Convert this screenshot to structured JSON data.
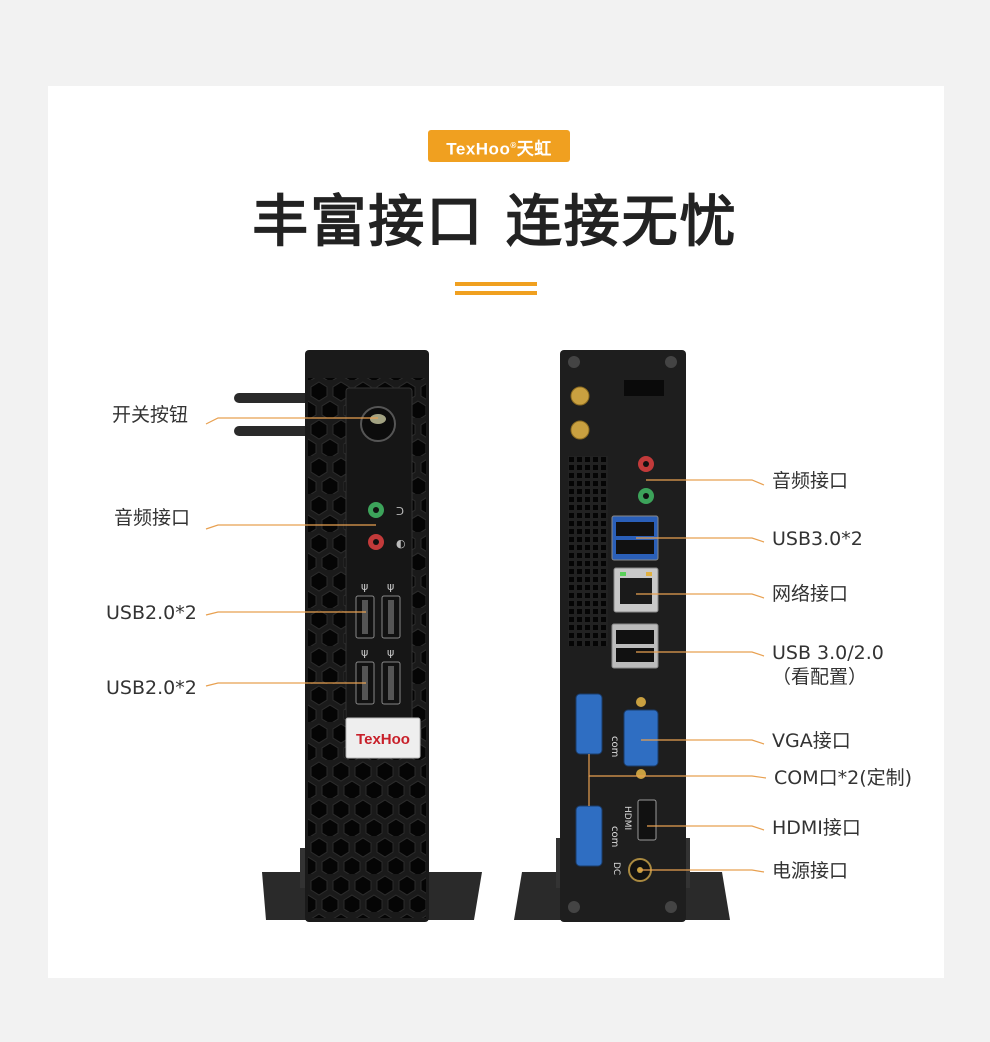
{
  "brand": {
    "name": "TexHoo",
    "mark": "®",
    "cn": "天虹"
  },
  "headline": "丰富接口 连接无忧",
  "front_labels": {
    "power": "开关按钮",
    "audio": "音频接口",
    "usb_a": "USB2.0*2",
    "usb_b": "USB2.0*2"
  },
  "rear_labels": {
    "audio": "音频接口",
    "usb3": "USB3.0*2",
    "lan": "网络接口",
    "usb32_line1": "USB 3.0/2.0",
    "usb32_line2": "（看配置）",
    "vga": "VGA接口",
    "com": "COM口*2(定制)",
    "hdmi": "HDMI接口",
    "power": "电源接口"
  },
  "device_front_badge": "TexHoo",
  "port_marks": {
    "com": "com",
    "hdmi": "HDMI",
    "dc": "DC"
  },
  "colors": {
    "accent": "#f0a020",
    "leader": "#e8a050",
    "chassis": "#1a1a1a",
    "usb3": "#2a5fb8",
    "com": "#2f6ec2",
    "audio_green": "#3ca35a",
    "audio_red": "#c23a3a"
  }
}
